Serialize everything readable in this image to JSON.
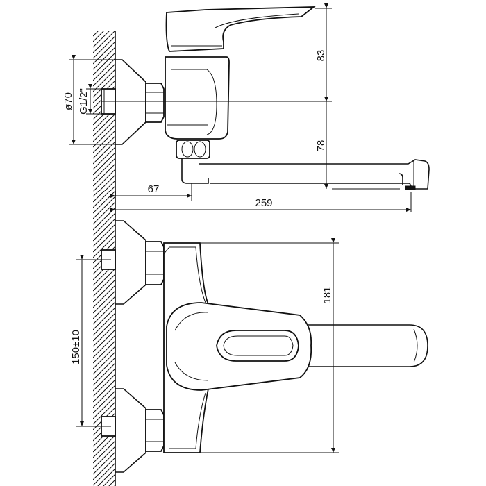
{
  "dimensions": {
    "height_top": "83",
    "height_spout": "78",
    "body_diameter": "ø70",
    "thread": "G1/2\"",
    "offset_wall": "67",
    "spout_reach": "259",
    "body_height": "181",
    "connection_spacing": "150±10"
  }
}
